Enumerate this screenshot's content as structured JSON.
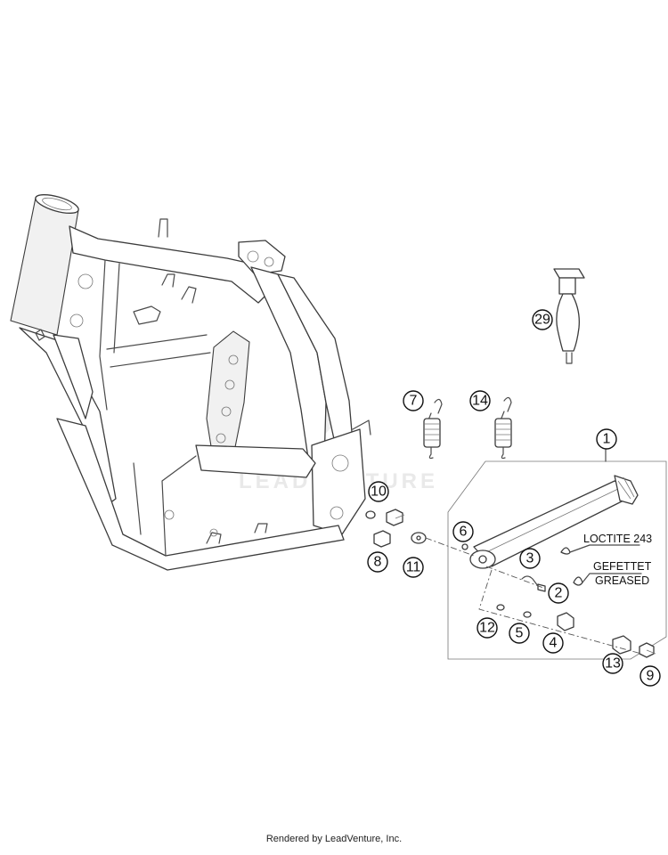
{
  "watermark": {
    "text": "LEADVENTURE"
  },
  "callouts": [
    {
      "id": "c1",
      "label": "1"
    },
    {
      "id": "c2",
      "label": "2"
    },
    {
      "id": "c3",
      "label": "3"
    },
    {
      "id": "c4",
      "label": "4"
    },
    {
      "id": "c5",
      "label": "5"
    },
    {
      "id": "c6",
      "label": "6"
    },
    {
      "id": "c7",
      "label": "7"
    },
    {
      "id": "c8",
      "label": "8"
    },
    {
      "id": "c9",
      "label": "9"
    },
    {
      "id": "c10",
      "label": "10"
    },
    {
      "id": "c11",
      "label": "11"
    },
    {
      "id": "c12",
      "label": "12"
    },
    {
      "id": "c13",
      "label": "13"
    },
    {
      "id": "c14",
      "label": "14"
    },
    {
      "id": "c29",
      "label": "29"
    }
  ],
  "notes": {
    "loctite": "LOCTITE 243",
    "greased_de": "GEFETTET",
    "greased_en": "GREASED"
  },
  "footer": {
    "text": "Rendered by LeadVenture, Inc."
  }
}
